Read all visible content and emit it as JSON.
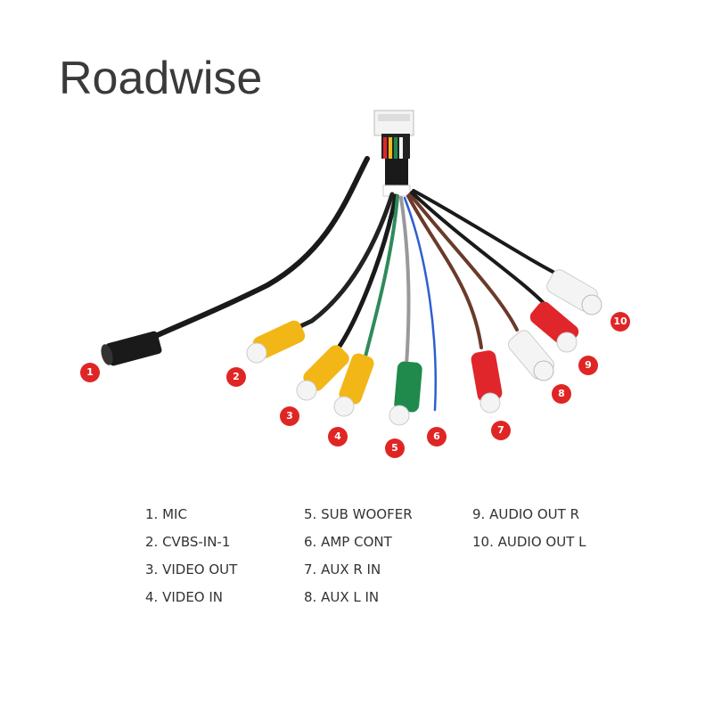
{
  "brand": "Roadwise",
  "callouts": [
    "1",
    "2",
    "3",
    "4",
    "5",
    "6",
    "7",
    "8",
    "9",
    "10"
  ],
  "legend": {
    "col1": [
      "1. MIC",
      "2. CVBS-IN-1",
      "3. VIDEO OUT",
      "4. VIDEO IN"
    ],
    "col2": [
      "5. SUB WOOFER",
      "6. AMP CONT",
      "7. AUX R IN",
      "8. AUX L IN"
    ],
    "col3": [
      "9. AUDIO OUT R",
      "10. AUDIO OUT L"
    ]
  },
  "colors": {
    "badge": "#e02525",
    "yellow": "#f2b716",
    "green": "#1f8a4c",
    "red": "#e0252b",
    "white": "#f4f4f4",
    "cable": "#1a1a1a"
  }
}
